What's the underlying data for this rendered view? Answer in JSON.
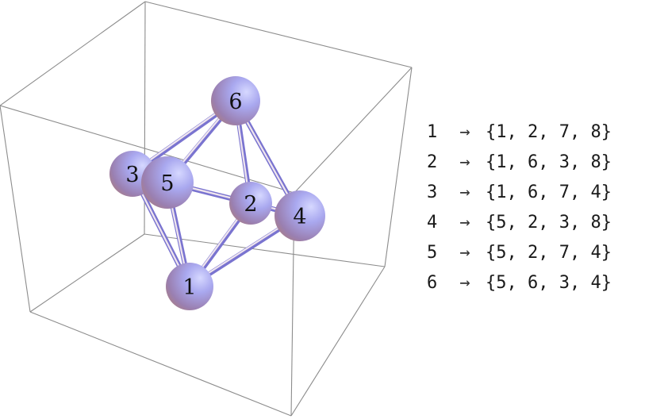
{
  "colors": {
    "box_edge": "#8c8c8c",
    "sphere_light": "#c9ccff",
    "sphere_mid": "#9a97e6",
    "sphere_dark": "#b07f7a",
    "edge_light": "#f0e6ee",
    "edge_dark": "#7a74d0"
  },
  "graph": {
    "nodes": [
      {
        "label": "1"
      },
      {
        "label": "2"
      },
      {
        "label": "3"
      },
      {
        "label": "4"
      },
      {
        "label": "5"
      },
      {
        "label": "6"
      }
    ]
  },
  "mapping": {
    "arrow": "→",
    "rows": [
      {
        "key": "1",
        "value": "{1, 2, 7, 8}"
      },
      {
        "key": "2",
        "value": "{1, 6, 3, 8}"
      },
      {
        "key": "3",
        "value": "{1, 6, 7, 4}"
      },
      {
        "key": "4",
        "value": "{5, 2, 3, 8}"
      },
      {
        "key": "5",
        "value": "{5, 2, 7, 4}"
      },
      {
        "key": "6",
        "value": "{5, 6, 3, 4}"
      }
    ]
  }
}
